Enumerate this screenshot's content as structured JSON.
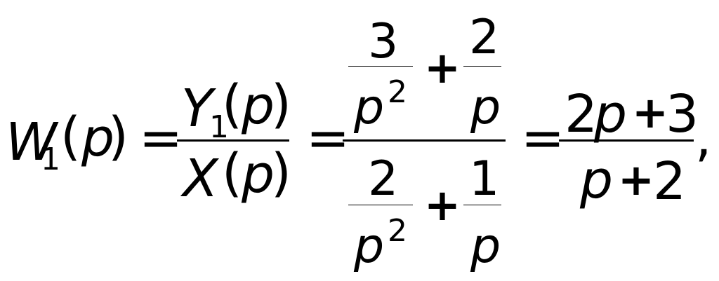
{
  "formula": {
    "lhs": {
      "func": "W",
      "sub": "1",
      "lparen": "(",
      "arg": "p",
      "rparen": ")"
    },
    "eq": "=",
    "frac1": {
      "num": {
        "func": "Y",
        "sub": "1",
        "lparen": "(",
        "arg": "p",
        "rparen": ")"
      },
      "den": {
        "func": "X",
        "lparen": "(",
        "arg": "p",
        "rparen": ")"
      }
    },
    "frac2": {
      "num": {
        "a_num": "3",
        "a_den": "p",
        "a_exp": "2",
        "op": "+",
        "b_num": "2",
        "b_den": "p"
      },
      "den": {
        "a_num": "2",
        "a_den": "p",
        "a_exp": "2",
        "op": "+",
        "b_num": "1",
        "b_den": "p"
      }
    },
    "frac3": {
      "num": {
        "c1": "2",
        "var": "p",
        "op": "+",
        "c2": "3"
      },
      "den": {
        "var": "p",
        "op": "+",
        "c": "2"
      }
    },
    "trail": ","
  }
}
